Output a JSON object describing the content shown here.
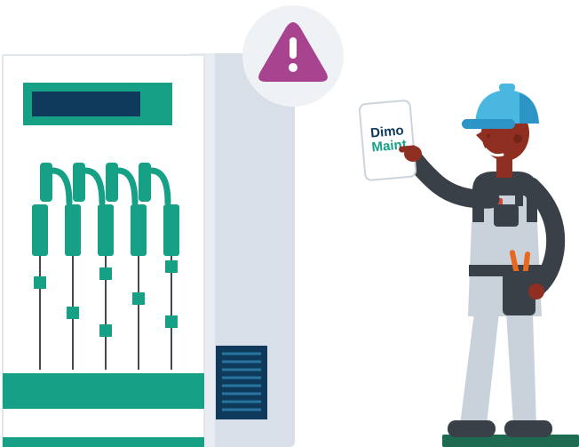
{
  "illustration": {
    "description_role": "maintenance-worker-with-electrical-cabinet"
  },
  "tablet": {
    "brand_line1": "Dimo",
    "brand_line2": "Maint"
  },
  "icons": {
    "warning": "triangle-exclamation-icon"
  },
  "colors": {
    "teal": "#16a085",
    "navy": "#0f3a5c",
    "magenta": "#a84390",
    "badge_bg": "#eff2f5",
    "door": "#d9dfe8",
    "door_light": "#e9edf3",
    "charcoal": "#3a4047",
    "skin": "#8e2f22",
    "skin_dark": "#76231a",
    "hat_blue": "#49b7e0",
    "hat_blue_dark": "#2c95c5",
    "overalls": "#c9d1db",
    "orange": "#e8681f",
    "ground_green": "#1f6b52",
    "pocket_red": "#d14a38",
    "white": "#ffffff",
    "grille": "#27759e",
    "line_dark": "#434a52",
    "tablet_border": "#ccd4dd",
    "cabinet_stroke": "#e2e7ed"
  }
}
